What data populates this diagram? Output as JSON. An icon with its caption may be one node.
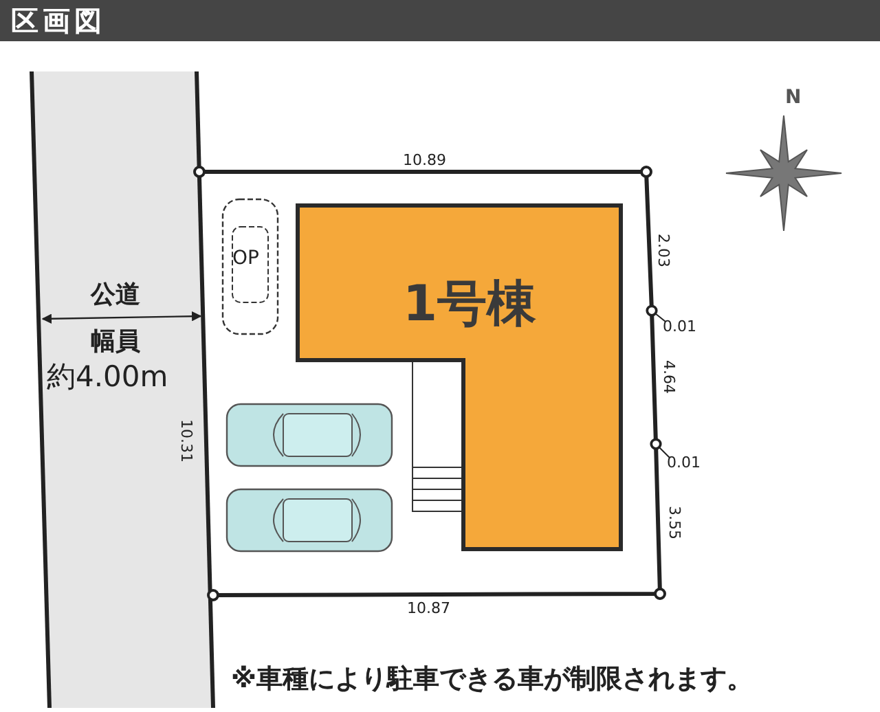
{
  "diagram": {
    "title": "区画図",
    "nodes": [
      {
        "text": [
          "公道",
          "幅員",
          "約4.00m"
        ]
      },
      {
        "text": [
          "OP"
        ]
      },
      {
        "text": [],
        "shape": "picture"
      },
      {
        "text": [],
        "shape": "picture"
      },
      {
        "text": [
          "1号棟"
        ]
      },
      {
        "text": [
          "0.01"
        ]
      },
      {
        "text": [
          "0.01"
        ]
      }
    ],
    "edges": [
      {
        "from": 5,
        "to": null,
        "arrow": "other"
      },
      {
        "from": 6,
        "to": null,
        "arrow": "other"
      }
    ],
    "labels": [
      "N",
      "10.89",
      "2.03",
      "4.64",
      "10.31",
      "3.55",
      "10.87",
      "※車種により駐車できる車が制限されます。"
    ]
  }
}
